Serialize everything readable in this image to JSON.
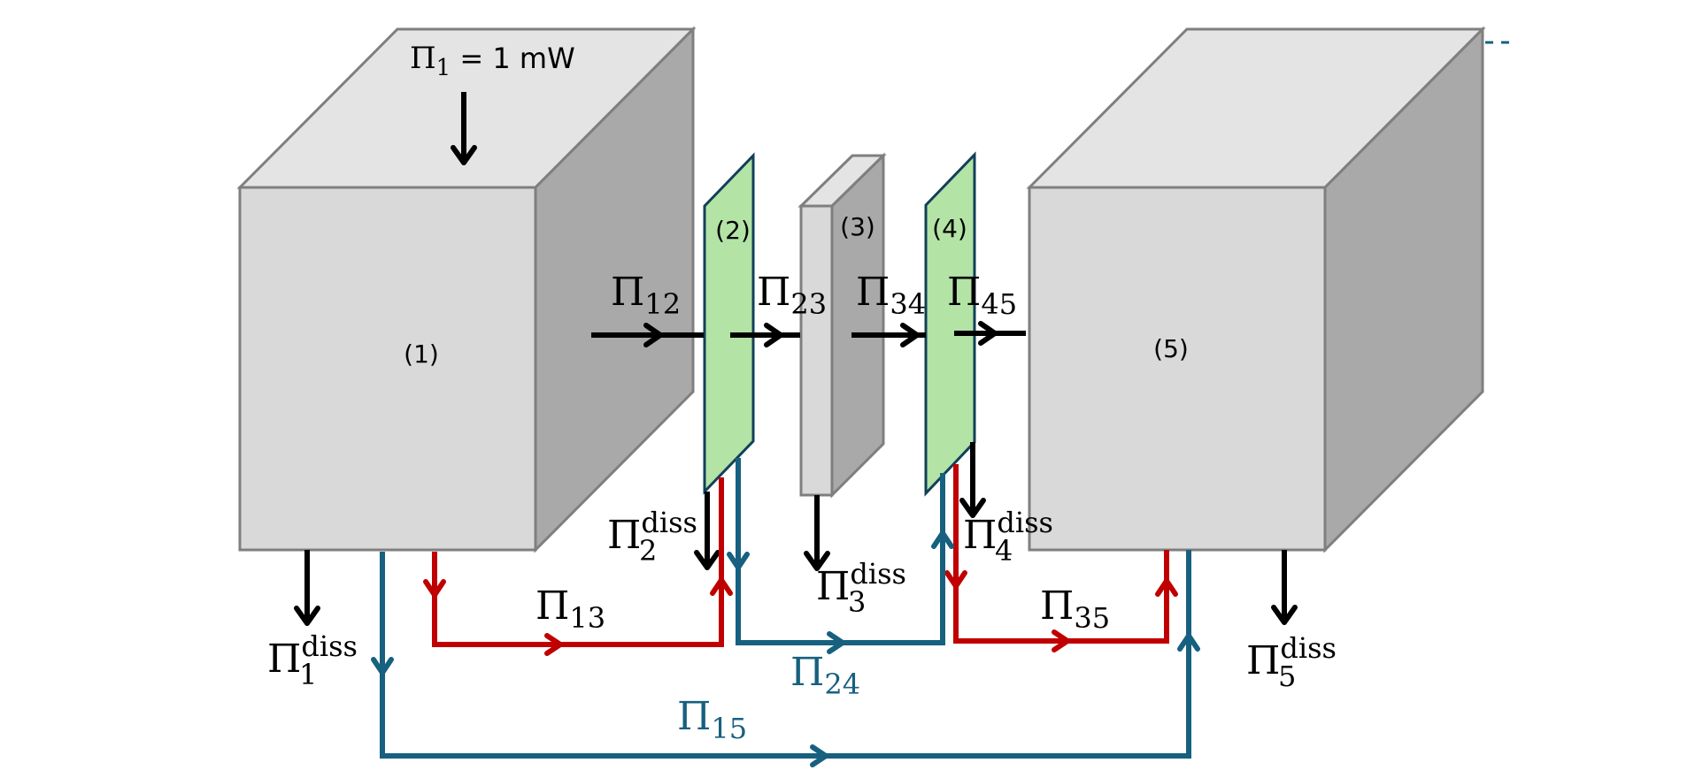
{
  "diagram": {
    "source_label": {
      "symbol": "Π",
      "sub": "1",
      "rest": " = 1 mW"
    },
    "components": [
      {
        "id": "1",
        "label": "(1)"
      },
      {
        "id": "2",
        "label": "(2)"
      },
      {
        "id": "3",
        "label": "(3)"
      },
      {
        "id": "4",
        "label": "(4)"
      },
      {
        "id": "5",
        "label": "(5)"
      }
    ],
    "forward_flows": [
      {
        "symbol": "Π",
        "sub": "12"
      },
      {
        "symbol": "Π",
        "sub": "23"
      },
      {
        "symbol": "Π",
        "sub": "34"
      },
      {
        "symbol": "Π",
        "sub": "45"
      }
    ],
    "dissipation": [
      {
        "symbol": "Π",
        "sub": "1",
        "sup": "diss"
      },
      {
        "symbol": "Π",
        "sub": "2",
        "sup": "diss"
      },
      {
        "symbol": "Π",
        "sub": "3",
        "sup": "diss"
      },
      {
        "symbol": "Π",
        "sub": "4",
        "sup": "diss"
      },
      {
        "symbol": "Π",
        "sub": "5",
        "sup": "diss"
      }
    ],
    "bypass_flows": [
      {
        "symbol": "Π",
        "sub": "13",
        "color": "#c00000"
      },
      {
        "symbol": "Π",
        "sub": "35",
        "color": "#c00000"
      },
      {
        "symbol": "Π",
        "sub": "24",
        "color": "#17607f"
      },
      {
        "symbol": "Π",
        "sub": "15",
        "color": "#17607f"
      }
    ],
    "colors": {
      "cube_front": "#d9d9d9",
      "cube_top": "#e4e4e4",
      "cube_side": "#a9a9a9",
      "plate_fill": "#b3e3a5",
      "red_path": "#c00000",
      "blue_path": "#17607f",
      "arrow": "#000000"
    }
  }
}
